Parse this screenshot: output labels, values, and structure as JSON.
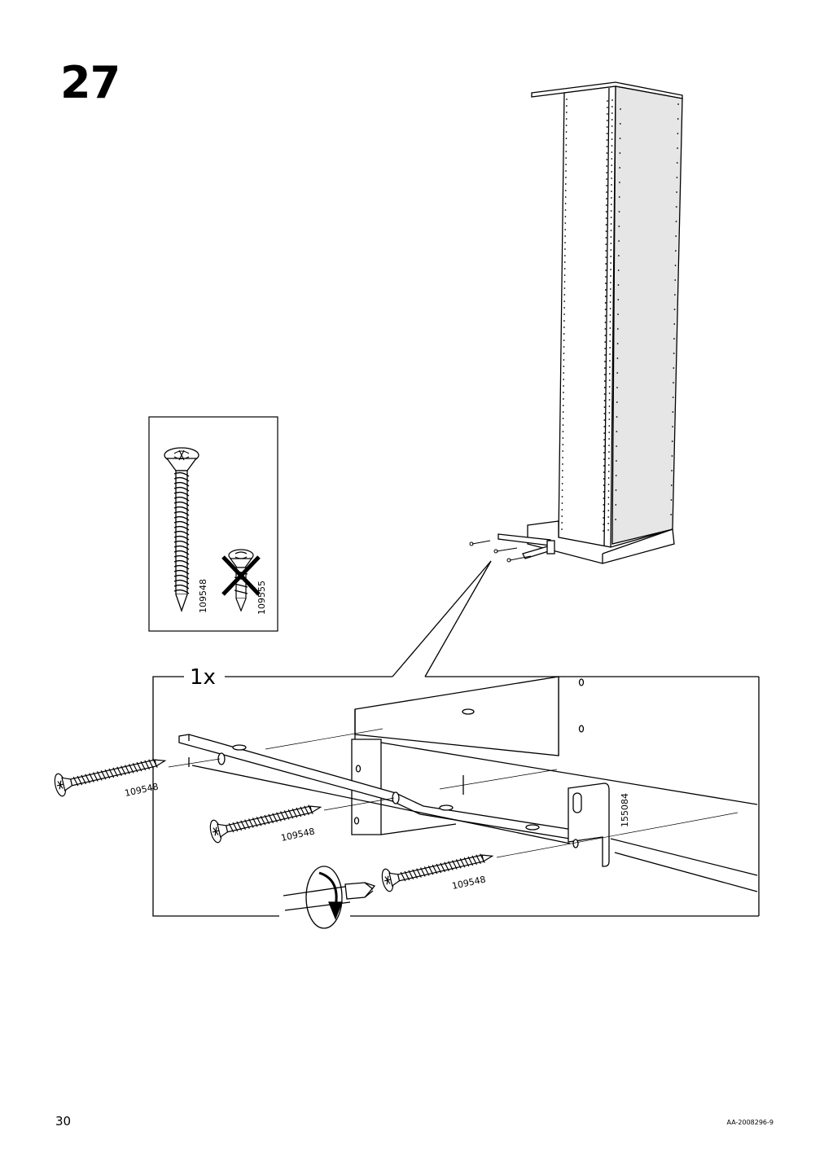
{
  "step": {
    "number": "27"
  },
  "screw_check": {
    "correct_screw": "109548",
    "wrong_screw": "109555"
  },
  "detail": {
    "quantity": "1x",
    "screw_labels": [
      "109548",
      "109548",
      "109548"
    ],
    "rail_label": "155084"
  },
  "footer": {
    "page_number": "30",
    "doc_code": "AA-2008296-9"
  }
}
